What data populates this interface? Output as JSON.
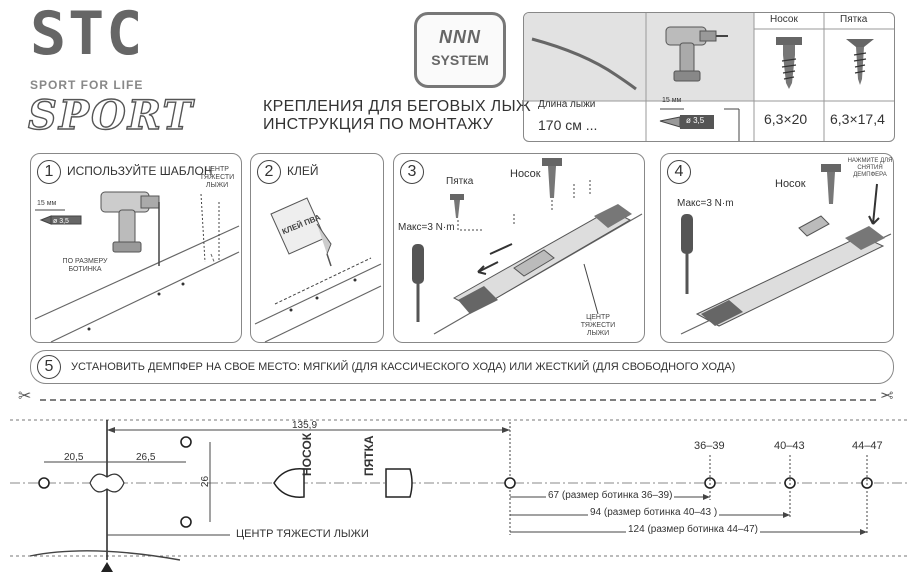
{
  "brand": {
    "logo": "STC",
    "tagline": "SPORT FOR LIFE",
    "wordmark": "SPORT"
  },
  "title": {
    "line1": "КРЕПЛЕНИЯ ДЛЯ БЕГОВЫХ ЛЫЖ",
    "line2": "ИНСТРУКЦИЯ ПО МОНТАЖУ"
  },
  "badge": {
    "line1": "NNN",
    "line2": "SYSTEM"
  },
  "spec": {
    "ski_length_label": "Длина лыжи",
    "ski_length_value": "170 см ...",
    "drill_depth": "15 мм",
    "drill_diameter": "ø 3,5",
    "col_toe": "Носок",
    "col_heel": "Пятка",
    "toe_screw": "6,3×20",
    "heel_screw": "6,3×17,4"
  },
  "steps": [
    {
      "num": "1",
      "title": "ИСПОЛЬЗУЙТЕ ШАБЛОН",
      "label_cog": "ЦЕНТР ТЯЖЕСТИ ЛЫЖИ",
      "label_boot": "ПО РАЗМЕРУ БОТИНКА",
      "drill_depth": "15 мм",
      "drill_diameter": "ø 3,5"
    },
    {
      "num": "2",
      "title": "КЛЕЙ",
      "glue": "КЛЕЙ ПВА"
    },
    {
      "num": "3",
      "heel": "Пятка",
      "toe": "Носок",
      "torque": "Макс=3 N·m",
      "cog": "ЦЕНТР ТЯЖЕСТИ ЛЫЖИ"
    },
    {
      "num": "4",
      "toe": "Носок",
      "torque": "Макс=3 N·m",
      "press": "НАЖМИТЕ ДЛЯ СНЯТИЯ ДЕМПФЕРА"
    },
    {
      "num": "5",
      "title": "УСТАНОВИТЬ ДЕМПФЕР НА СВОЕ МЕСТО: МЯГКИЙ (ДЛЯ КАССИЧЕСКОГО ХОДА) ИЛИ ЖЕСТКИЙ (ДЛЯ СВОБОДНОГО ХОДА)"
    }
  ],
  "template": {
    "dim_135": "135,9",
    "dim_20": "20,5",
    "dim_26_5": "26,5",
    "dim_26": "26",
    "toe_label": "НОСОК",
    "heel_label": "ПЯТКА",
    "size1": "36–39",
    "size2": "40–43",
    "size3": "44–47",
    "row1": "67  (размер ботинка 36–39)",
    "row2": "94  (размер ботинка 40–43 )",
    "row3": "124  (размер ботинка 44–47)",
    "cog": "ЦЕНТР ТЯЖЕСТИ ЛЫЖИ"
  },
  "icons": [
    "ski-icon",
    "drill-icon",
    "screw-toe-icon",
    "screw-heel-icon",
    "scissors-icon",
    "glue-bottle-icon",
    "screwdriver-icon",
    "binding-icon"
  ]
}
